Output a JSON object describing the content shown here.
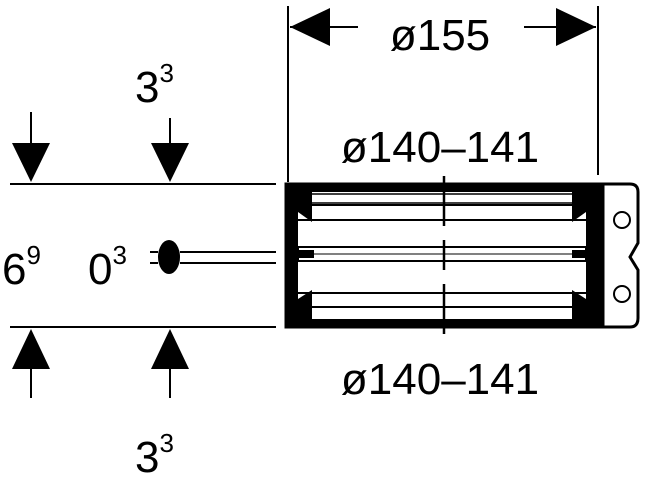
{
  "dimensions": {
    "outer_diameter": "ø155",
    "inner_diameter_top": "ø140–141",
    "inner_diameter_bottom": "ø140–141",
    "top_offset": {
      "base": "3",
      "sup": "3"
    },
    "bottom_offset": {
      "base": "3",
      "sup": "3"
    },
    "seal_height": {
      "base": "6",
      "sup": "9"
    },
    "seal_thickness": {
      "base": "0",
      "sup": "3"
    }
  },
  "colors": {
    "line": "#000000",
    "background": "#ffffff"
  }
}
